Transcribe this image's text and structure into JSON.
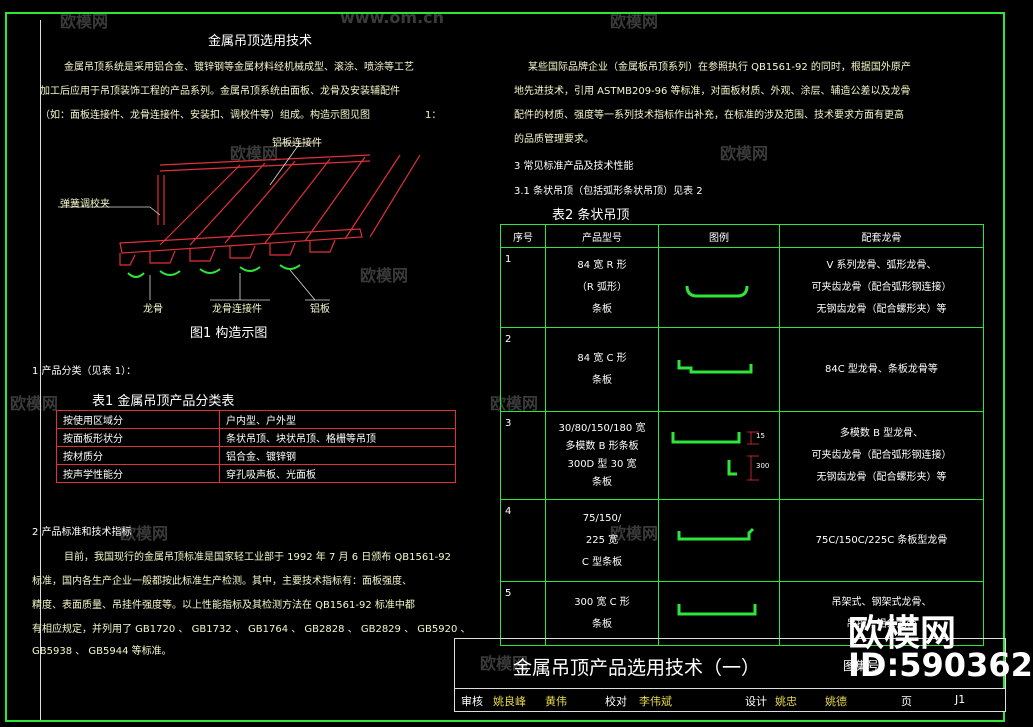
{
  "left_col": {
    "title": "金属吊顶选用技术",
    "intro_lines": [
      "金属吊顶系统是采用铝合金、镀锌钢等金属材料经机械成型、滚涂、喷涂等工艺",
      "加工后应用于吊顶装饰工程的产品系列。金属吊顶系统由面板、龙骨及安装辅配件",
      "（如：面板连接件、龙骨连接件、安装扣、调校件等）组成。构造示图见图",
      "1："
    ],
    "fig_labels": {
      "keel_connector": "铝板连接件",
      "hanger_adjust": "弹簧调校夹",
      "keel": "龙骨",
      "keel_link": "龙骨连接件",
      "panel": "铝板"
    },
    "fig_caption": "图1  构造示图",
    "section1": "1   产品分类（见表     1）：",
    "table1_title": "表1  金属吊顶产品分类表",
    "table1": [
      [
        "按使用区域分",
        "户内型、户外型"
      ],
      [
        "按面板形状分",
        "条状吊顶、块状吊顶、格栅等吊顶"
      ],
      [
        "按材质分",
        "铝合金、镀锌钢"
      ],
      [
        "按声学性能分",
        "穿孔吸声板、光面板"
      ]
    ],
    "section2": "2   产品标准和技术指标",
    "para2_lines": [
      "目前，我国现行的金属吊顶标准是国家轻工业部于              1992   年  7 月 6 日颁布   QB1561-92",
      "标准，国内各生产企业一般都按此标准生产检测。其中，主要技术指标有：面板强度、",
      "精度、表面质量、吊挂件强度等。以上性能指标及其检测方法在                  QB1561-92      标准中都",
      "有相应规定，并列用了        GB1720   、  GB1732   、  GB1764   、  GB2828   、  GB2829   、  GB5920   、",
      "GB5938   、  GB5944   等标准。"
    ]
  },
  "right_col": {
    "para_lines": [
      "某些国际品牌企业（金属板吊顶系列）在参照执行              QB1561-92         的同时，根据国外原产",
      "地先进技术，引用        ASTMB209-96         等标准，对面板材质、外观、涂层、辅造公差以及龙骨",
      "配件的材质、强度等一系列技术指标作出补充，在标准的涉及范围、技术要求方面有更高",
      "的品质管理要求。"
    ],
    "section3": "3   常见标准产品及技术性能",
    "section31": "3.1    条状吊顶（包括弧形条状吊顶）见表              2",
    "table2_title": "表2  条状吊顶",
    "table2_headers": [
      "序号",
      "产品型号",
      "图例",
      "配套龙骨"
    ],
    "table2_rows": [
      {
        "no": "1",
        "model": [
          "84 宽 R 形",
          "（R 弧形）",
          "条板"
        ],
        "keel": [
          "V 系列龙骨、弧形龙骨、",
          "可夹齿龙骨（配合弧形钢连接）",
          "无钢齿龙骨（配合螺形夹）等"
        ]
      },
      {
        "no": "2",
        "model": [
          "84 宽 C 形",
          "条板"
        ],
        "keel": [
          "84C 型龙骨、条板龙骨等"
        ]
      },
      {
        "no": "3",
        "model": [
          "30/80/150/180      宽",
          "多模数    B 形条板",
          "300D    型 30 宽",
          "条板"
        ],
        "keel": [
          "多模数    B 型龙骨、",
          "可夹齿龙骨（配合弧形钢连接）",
          "无钢齿龙骨（配合螺形夹）等"
        ]
      },
      {
        "no": "4",
        "model": [
          "75/150/",
          "225  宽",
          "C 型条板"
        ],
        "keel": [
          "75C/150C/225C       条板型龙骨"
        ]
      },
      {
        "no": "5",
        "model": [
          "300  宽 C 形",
          "条板"
        ],
        "keel": [
          "吊架式、钢架式龙骨、",
          "吊扣、铝条龙骨"
        ]
      }
    ],
    "dims": {
      "d1": "15",
      "d2": "300"
    }
  },
  "title_block": {
    "main_title": "金属吊顶产品选用技术（一）",
    "drawing_no": "图集号",
    "row": [
      "审核",
      "校对",
      "设计",
      "页",
      "J1"
    ],
    "signatures": [
      "姚良峰",
      "黄伟",
      "李伟斌",
      "姚忠",
      "姚德"
    ]
  },
  "watermarks": {
    "site": "www.om.cn",
    "brand": "欧模网",
    "logo": "欧模网",
    "id": "ID:590362"
  },
  "colors": {
    "border": "#2ee53a",
    "table1_grid": "#e0303a",
    "table2_grid": "#2ee53a",
    "figure_red": "#e0303a"
  }
}
